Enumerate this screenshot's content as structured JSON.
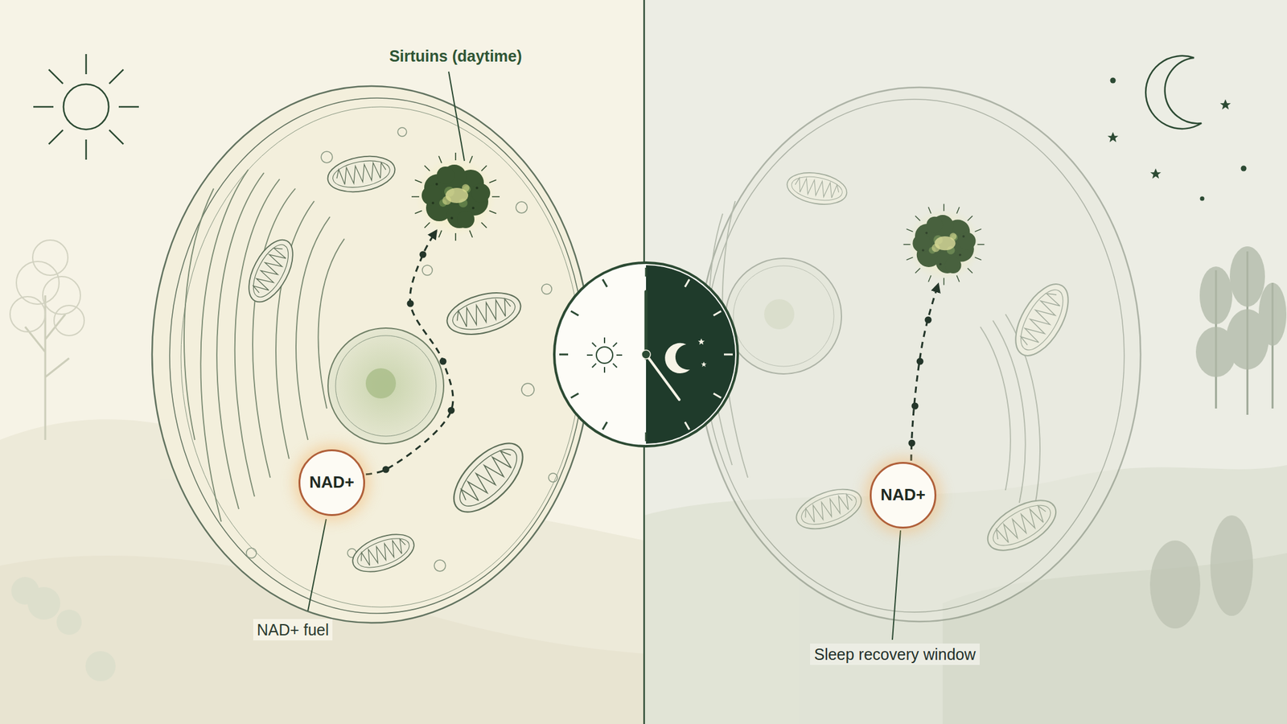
{
  "diagram": {
    "nodes": [
      {
        "text": [
          "Sirtuins (daytime)"
        ]
      },
      {
        "text": [
          "NAD+"
        ]
      },
      {
        "text": [
          "NAD+"
        ]
      }
    ],
    "edges": [
      {
        "from": 1,
        "to": 0,
        "arrow": "to"
      }
    ],
    "labels": [
      "NAD+ fuel",
      "Sleep recovery window"
    ]
  }
}
